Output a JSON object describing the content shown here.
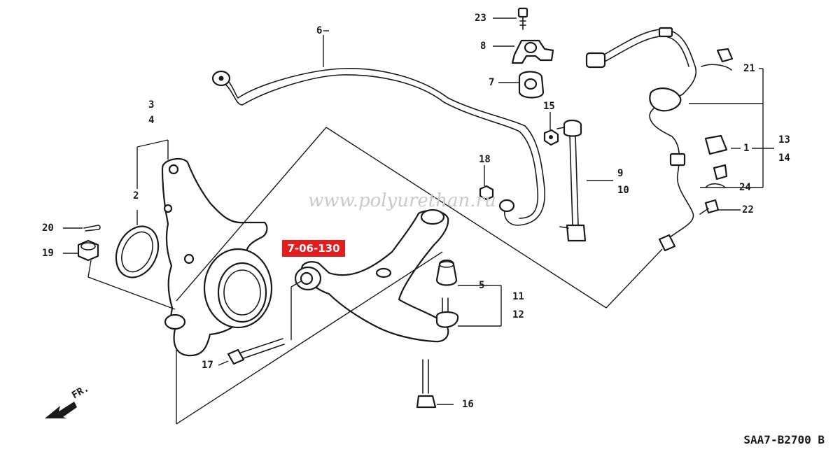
{
  "labels": {
    "l1": "1",
    "l2": "2",
    "l3": "3",
    "l4": "4",
    "l5": "5",
    "l6": "6",
    "l7": "7",
    "l8": "8",
    "l9": "9",
    "l10": "10",
    "l11": "11",
    "l12": "12",
    "l13": "13",
    "l14": "14",
    "l15": "15",
    "l16": "16",
    "l17": "17",
    "l18": "18",
    "l19": "19",
    "l20": "20",
    "l21": "21",
    "l22": "22",
    "l23": "23",
    "l24": "24"
  },
  "direction_label": "FR.",
  "reference_badge": "7-06-130",
  "watermark": "www.polyurethan.ru",
  "diagram_code": "SAA7-B2700 B",
  "colors": {
    "badge": "#e31d1d",
    "line": "#1a1a1a",
    "watermark": "#c9c9c9"
  }
}
